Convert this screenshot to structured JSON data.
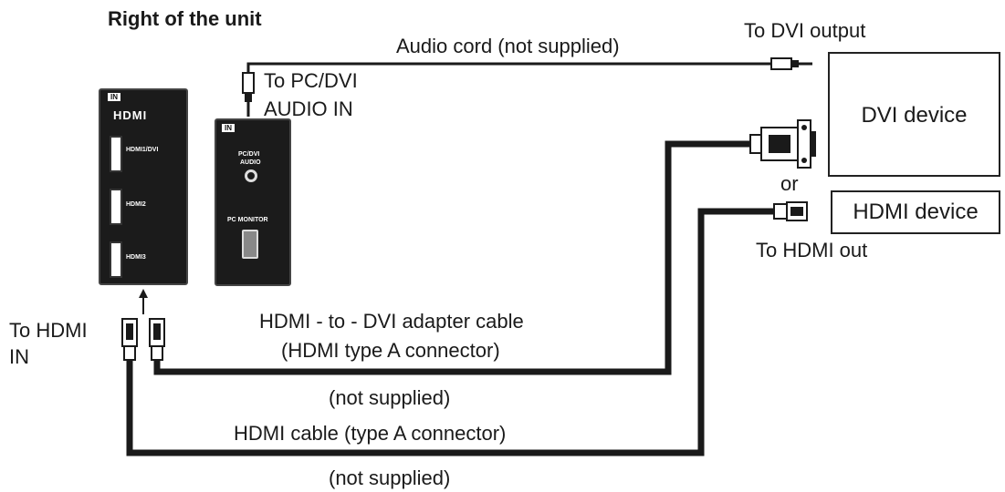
{
  "heading": "Right of the unit",
  "labels": {
    "audio_cord": "Audio cord (not supplied)",
    "to_dvi_output": "To DVI output",
    "to_pc_dvi_line1": "To PC/DVI",
    "to_pc_dvi_line2": "AUDIO IN",
    "or": "or",
    "to_hdmi_out": "To HDMI out",
    "to_hdmi_in_line1": "To HDMI",
    "to_hdmi_in_line2": "IN",
    "adapter_cable_line1": "HDMI - to - DVI adapter cable",
    "adapter_cable_line2": "(HDMI type A connector)",
    "adapter_not_supplied": "(not supplied)",
    "hdmi_cable": "HDMI cable (type A connector)",
    "hdmi_not_supplied": "(not supplied)"
  },
  "devices": {
    "dvi_device": "DVI device",
    "hdmi_device": "HDMI device"
  },
  "hdmi_panel": {
    "in_tag": "IN",
    "logo": "HDMI",
    "port1": "HDMI1/DVI",
    "port2": "HDMI2",
    "port3": "HDMI3"
  },
  "pc_panel": {
    "in_tag": "IN",
    "audio_port_line1": "PC/DVI",
    "audio_port_line2": "AUDIO",
    "monitor_port": "PC MONITOR"
  }
}
